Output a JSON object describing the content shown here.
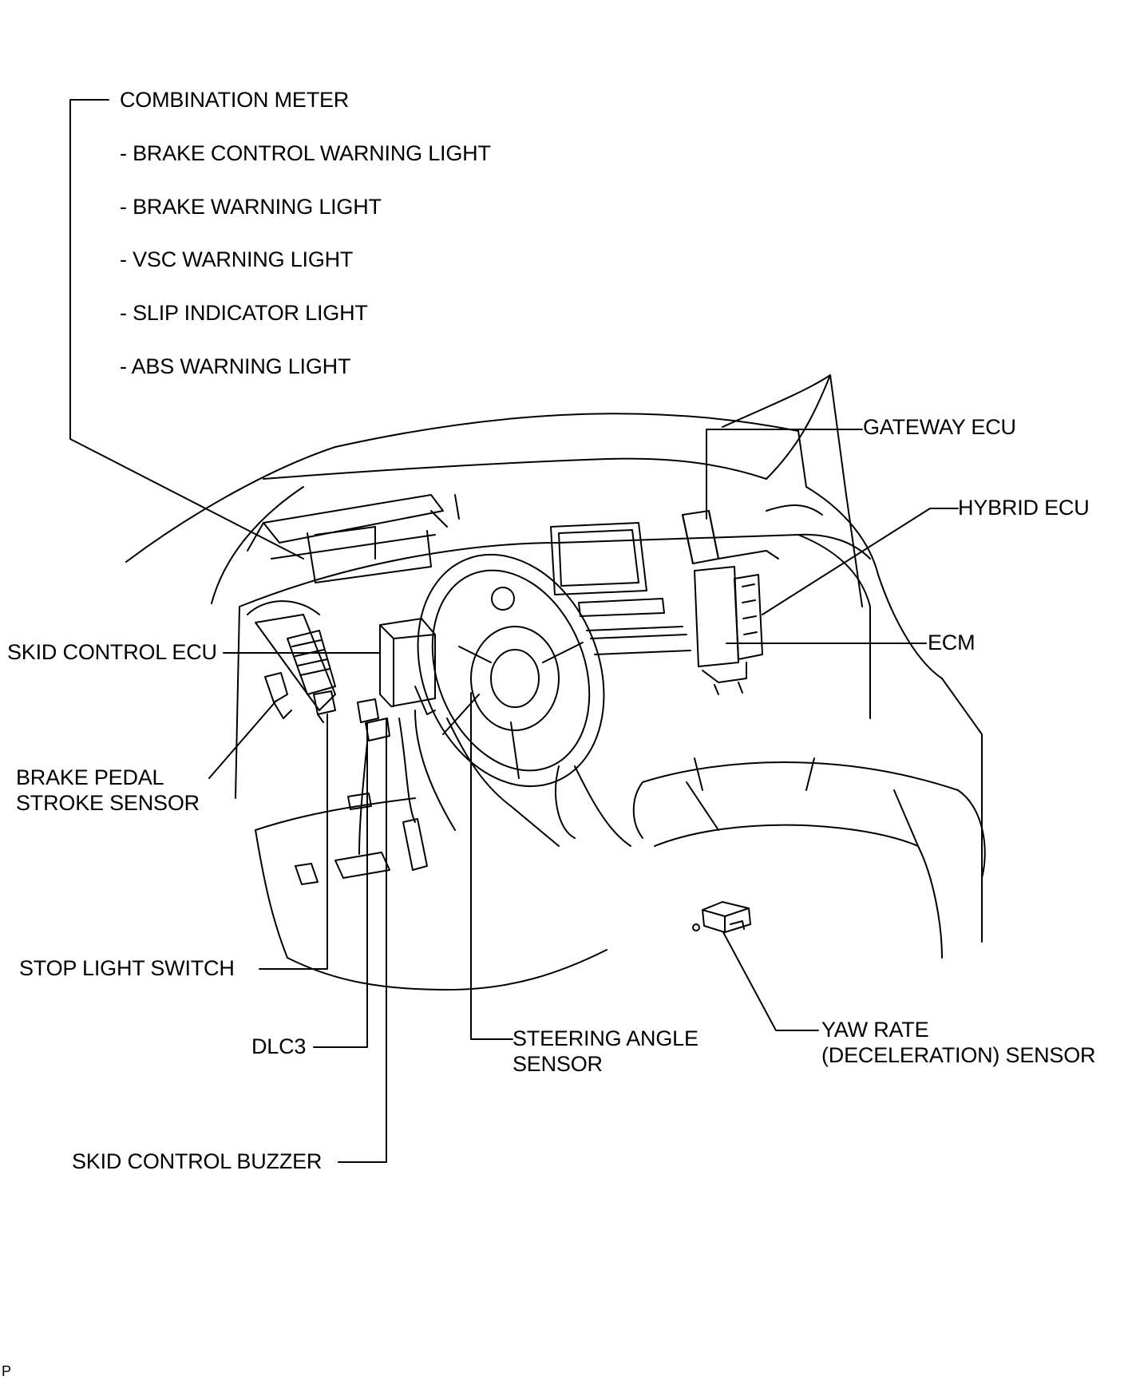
{
  "labels": {
    "combination_meter": "COMBINATION METER",
    "meter_items": [
      "- BRAKE CONTROL WARNING LIGHT",
      "- BRAKE WARNING LIGHT",
      "- VSC WARNING LIGHT",
      "- SLIP INDICATOR LIGHT",
      "- ABS WARNING LIGHT"
    ],
    "gateway_ecu": "GATEWAY ECU",
    "hybrid_ecu": "HYBRID ECU",
    "ecm": "ECM",
    "skid_control_ecu": "SKID CONTROL ECU",
    "brake_pedal_stroke_sensor": [
      "BRAKE PEDAL",
      "STROKE SENSOR"
    ],
    "stop_light_switch": "STOP LIGHT SWITCH",
    "dlc3": "DLC3",
    "steering_angle_sensor": [
      "STEERING ANGLE",
      "SENSOR"
    ],
    "skid_control_buzzer": "SKID CONTROL BUZZER",
    "yaw_rate_sensor": [
      "YAW RATE",
      "(DECELERATION) SENSOR"
    ]
  },
  "corner_mark": "P"
}
